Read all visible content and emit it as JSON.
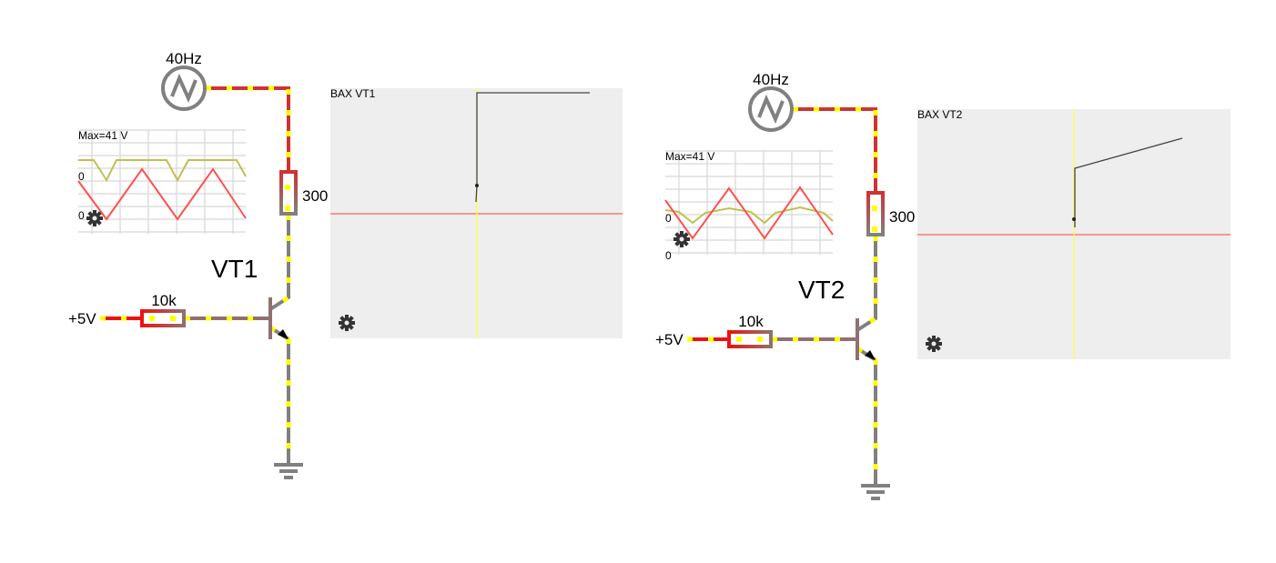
{
  "circuits": [
    {
      "name": "VT1",
      "source_freq": "40Hz",
      "collector_resistor": "300",
      "base_resistor": "10k",
      "supply": "+5V",
      "small_scope": {
        "max_label": "Max=41 V",
        "zero_yellow": "0",
        "zero_red": "0"
      },
      "big_scope": {
        "title": "BAX VT1"
      }
    },
    {
      "name": "VT2",
      "source_freq": "40Hz",
      "collector_resistor": "300",
      "base_resistor": "10k",
      "supply": "+5V",
      "small_scope": {
        "max_label": "Max=41 V",
        "zero_yellow": "0",
        "zero_red": "0"
      },
      "big_scope": {
        "title": "BAX VT2"
      }
    }
  ],
  "colors": {
    "wire_hot": "#d03232",
    "wire_gray": "#808080",
    "current_dots": "#ffff00",
    "scope_bg": "#eeeeee",
    "trace_red": "#ff5050",
    "trace_yellow": "#c0c050"
  },
  "icons": [
    "ac-source-icon",
    "resistor-icon",
    "npn-transistor-icon",
    "ground-icon",
    "gear-icon"
  ]
}
